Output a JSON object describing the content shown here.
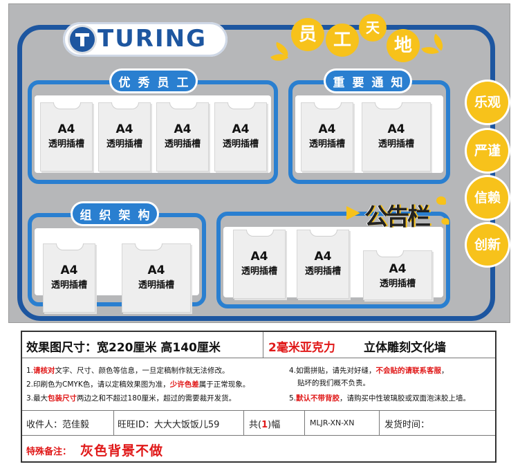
{
  "board": {
    "logo_text": "TURING",
    "title_chars": [
      "员",
      "工",
      "天",
      "地"
    ],
    "values": [
      "乐观",
      "严谨",
      "信赖",
      "创新"
    ],
    "gonggao": "公告栏",
    "panels": [
      {
        "label": "优秀员工",
        "slots": 4
      },
      {
        "label": "重要通知",
        "slots": 2
      },
      {
        "label": "组织架构",
        "slots": 2
      },
      {
        "label": "",
        "slots": 3
      }
    ],
    "slot_size": "A4",
    "slot_text": "透明插槽"
  },
  "info": {
    "size_label": "效果图尺寸：宽220厘米  高140厘米",
    "material_red": "2毫米亚克力",
    "material_black": "立体雕刻文化墙",
    "notes": {
      "n1_pre": "1.",
      "n1_red": "请核对",
      "n1_post": "文字、尺寸、颜色等信息，一旦定稿制作就无法修改。",
      "n2_pre": "2.印刷色为CMYK色，请以定稿效果图为准，",
      "n2_red": "少许色差",
      "n2_post": "属于正常现象。",
      "n3_pre": "3.最大",
      "n3_red": "包装尺寸",
      "n3_post": "两边之和不超过180厘米，超过的需要裁开发货。",
      "n4_pre": "4.如需拼贴，请先对好缝，",
      "n4_red": "不会贴的请联系客服",
      "n4_post": "，",
      "n4b": "贴坏的我们概不负责。",
      "n5_pre": "5.",
      "n5_red": "默认不带背胶",
      "n5_post": "，请购买中性玻璃胶或双面泡沫胶上墙。"
    },
    "recipient": "收件人：范佳毅",
    "wangwang": "旺旺ID：大大大饭饭儿59",
    "qty_pre": "共(",
    "qty_num": "1",
    "qty_post": ")幅",
    "code": "MLJR-XN-XN",
    "ship_time": "发货时间：",
    "remark_label": "特殊备注：",
    "remark_value": "灰色背景不做"
  }
}
